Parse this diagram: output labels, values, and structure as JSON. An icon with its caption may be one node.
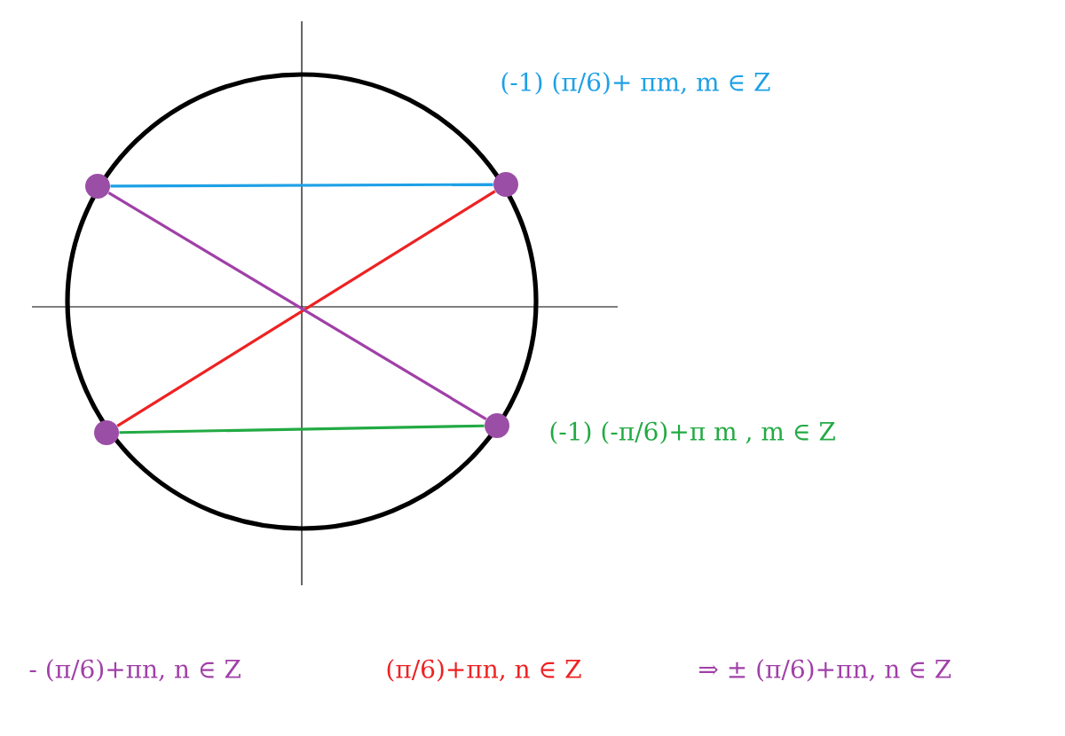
{
  "diagram": {
    "nodes": [
      {
        "text": [],
        "shape": "circle"
      },
      {
        "text": [],
        "shape": "circle"
      },
      {
        "text": [],
        "shape": "circle"
      },
      {
        "text": [],
        "shape": "circle"
      }
    ],
    "edges": [
      {
        "from": 0,
        "to": 1,
        "arrow": "none",
        "color": "#1ea0e6"
      },
      {
        "from": 2,
        "to": 3,
        "arrow": "none",
        "color": "#22aa44"
      },
      {
        "from": 2,
        "to": 1,
        "arrow": "none",
        "color": "#ee2222"
      },
      {
        "from": 0,
        "to": 3,
        "arrow": "none",
        "color": "#a040a8"
      }
    ],
    "labels": [
      "(-1) (π/6)+ πm, m ∈ Z",
      "(-1) (-π/6)+π m , m ∈ Z",
      "- (π/6)+πn, n ∈ Z",
      "(π/6)+πn, n ∈ Z",
      "⇒ ± (π/6)+πn, n ∈ Z"
    ]
  }
}
